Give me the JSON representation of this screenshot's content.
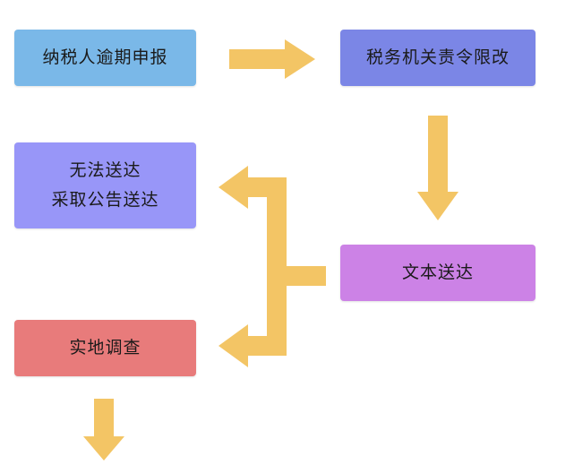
{
  "nodes": {
    "apply": {
      "label": "纳税人逾期申报",
      "color": "#7ab8e8"
    },
    "order": {
      "label": "税务机关责令限改",
      "color": "#7b86e6"
    },
    "notice": {
      "label": "无法送达\n采取公告送达",
      "color": "#9896f8"
    },
    "deliver": {
      "label": "文本送达",
      "color": "#cc82e6"
    },
    "survey": {
      "label": "实地调查",
      "color": "#e87b7b"
    }
  },
  "arrow_color": "#f3c565"
}
